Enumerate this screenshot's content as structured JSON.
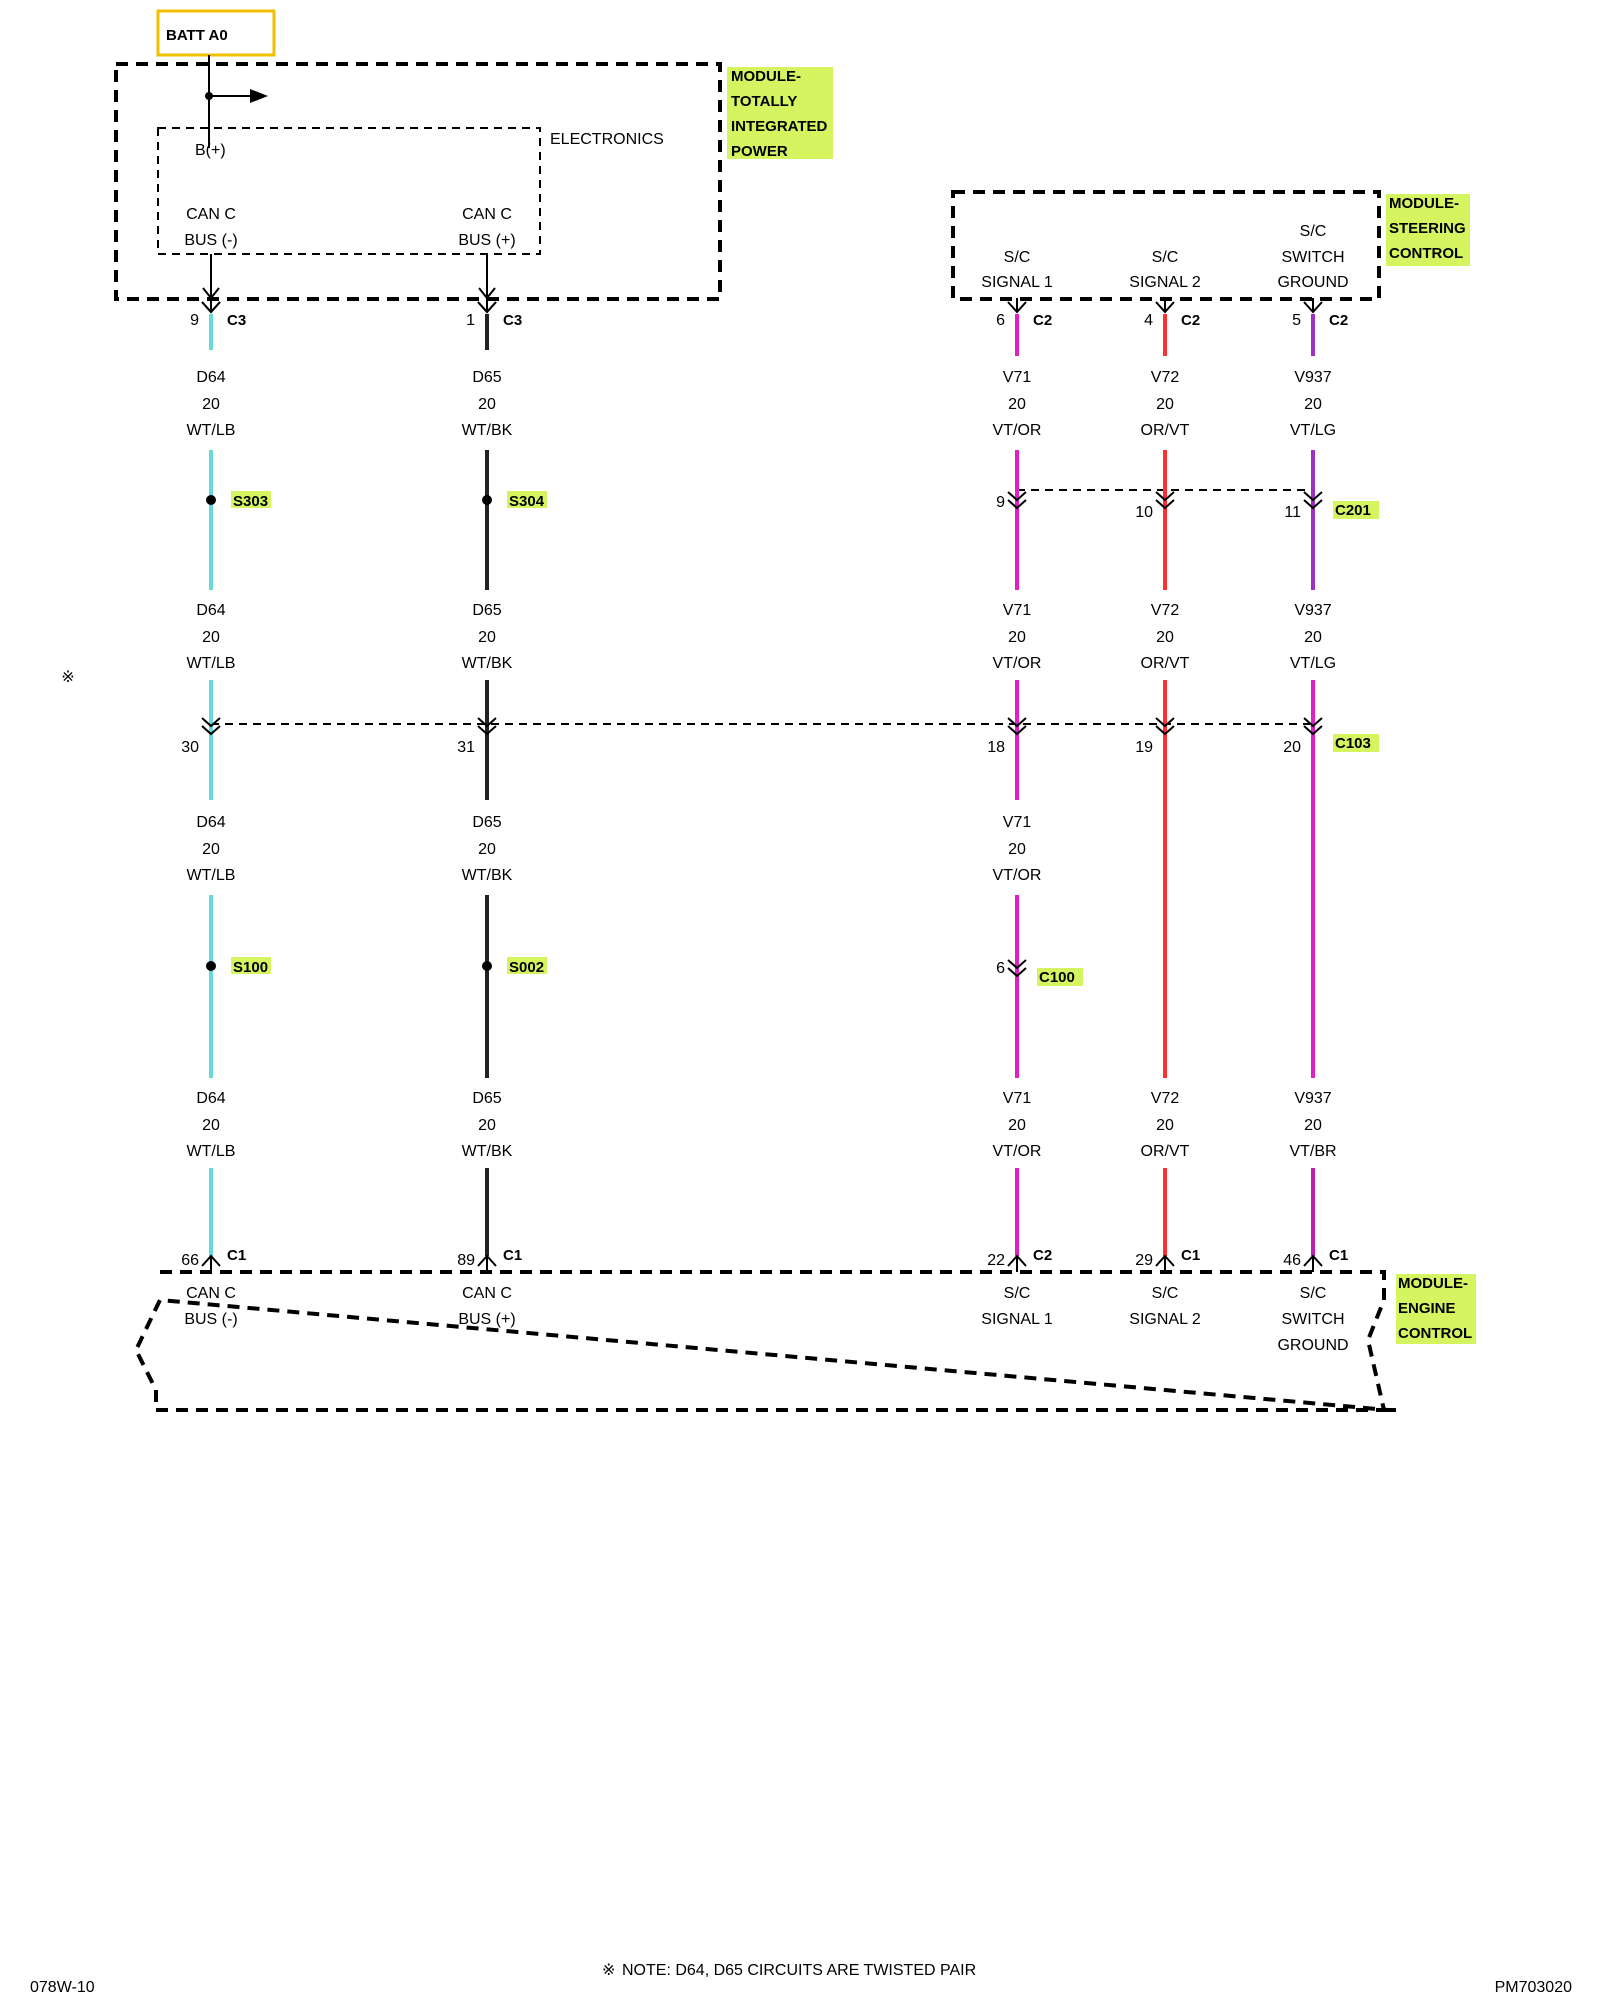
{
  "batt_label": "BATT A0",
  "modules": {
    "tipm": {
      "label_lines": [
        "MODULE-",
        "TOTALLY",
        "INTEGRATED",
        "POWER"
      ]
    },
    "steering": {
      "label_lines": [
        "MODULE-",
        "STEERING",
        "CONTROL"
      ]
    },
    "engine": {
      "label_lines": [
        "MODULE-",
        "ENGINE",
        "CONTROL"
      ]
    }
  },
  "tipm_internal": {
    "electronics": "ELECTRONICS",
    "bplus": "B(+)",
    "can_neg": [
      "CAN C",
      "BUS (-)"
    ],
    "can_pos": [
      "CAN C",
      "BUS (+)"
    ]
  },
  "steering_pins": [
    {
      "lines": [
        "S/C",
        "SIGNAL 1"
      ]
    },
    {
      "lines": [
        "S/C",
        "SIGNAL 2"
      ]
    },
    {
      "lines": [
        "S/C",
        "SWITCH",
        "GROUND"
      ]
    }
  ],
  "engine_pins": [
    {
      "lines": [
        "CAN C",
        "BUS (-)"
      ]
    },
    {
      "lines": [
        "CAN C",
        "BUS (+)"
      ]
    },
    {
      "lines": [
        "S/C",
        "SIGNAL 1"
      ]
    },
    {
      "lines": [
        "S/C",
        "SIGNAL 2"
      ]
    },
    {
      "lines": [
        "S/C",
        "SWITCH",
        "GROUND"
      ]
    }
  ],
  "wire_colors": {
    "WT/LB": "#66d9e0",
    "WT/BK": "#222222",
    "VT/OR": "#e020c0",
    "OR/VT": "#ff3030",
    "VT/LG": "#a030c0",
    "VT/BR": "#c020b0"
  },
  "circuits": [
    {
      "top_connector": {
        "pin": "9",
        "name": "C3"
      },
      "segments": [
        [
          "D64",
          "20",
          "WT/LB"
        ],
        [
          "D64",
          "20",
          "WT/LB"
        ],
        [
          "D64",
          "20",
          "WT/LB"
        ],
        [
          "D64",
          "20",
          "WT/LB"
        ]
      ],
      "splices": [
        "S303",
        "S100"
      ],
      "inline": [
        {
          "pin": "30",
          "name": ""
        }
      ],
      "bottom_connector": {
        "pin": "66",
        "name": "C1"
      }
    },
    {
      "top_connector": {
        "pin": "1",
        "name": "C3"
      },
      "segments": [
        [
          "D65",
          "20",
          "WT/BK"
        ],
        [
          "D65",
          "20",
          "WT/BK"
        ],
        [
          "D65",
          "20",
          "WT/BK"
        ],
        [
          "D65",
          "20",
          "WT/BK"
        ]
      ],
      "splices": [
        "S304",
        "S002"
      ],
      "inline": [
        {
          "pin": "31",
          "name": ""
        }
      ],
      "bottom_connector": {
        "pin": "89",
        "name": "C1"
      }
    },
    {
      "top_connector": {
        "pin": "6",
        "name": "C2"
      },
      "segments": [
        [
          "V71",
          "20",
          "VT/OR"
        ],
        [
          "V71",
          "20",
          "VT/OR"
        ],
        [
          "V71",
          "20",
          "VT/OR"
        ],
        [
          "V71",
          "20",
          "VT/OR"
        ]
      ],
      "inline": [
        {
          "pin": "9",
          "name": ""
        },
        {
          "pin": "18",
          "name": ""
        },
        {
          "pin": "6",
          "name": "C100"
        }
      ],
      "bottom_connector": {
        "pin": "22",
        "name": "C2"
      }
    },
    {
      "top_connector": {
        "pin": "4",
        "name": "C2"
      },
      "segments": [
        [
          "V72",
          "20",
          "OR/VT"
        ],
        [
          "V72",
          "20",
          "OR/VT"
        ],
        [
          "V72",
          "20",
          "OR/VT"
        ]
      ],
      "inline": [
        {
          "pin": "10",
          "name": ""
        },
        {
          "pin": "19",
          "name": ""
        }
      ],
      "bottom_connector": {
        "pin": "29",
        "name": "C1"
      }
    },
    {
      "top_connector": {
        "pin": "5",
        "name": "C2"
      },
      "segments": [
        [
          "V937",
          "20",
          "VT/LG"
        ],
        [
          "V937",
          "20",
          "VT/LG"
        ],
        [
          "V937",
          "20",
          "VT/BR"
        ]
      ],
      "inline": [
        {
          "pin": "11",
          "name": "C201"
        },
        {
          "pin": "20",
          "name": "C103"
        }
      ],
      "bottom_connector": {
        "pin": "46",
        "name": "C1"
      }
    }
  ],
  "note_symbol": "※",
  "note": "NOTE:  D64, D65    CIRCUITS ARE TWISTED PAIR",
  "footer_left": "078W-10",
  "footer_right": "PM703020"
}
